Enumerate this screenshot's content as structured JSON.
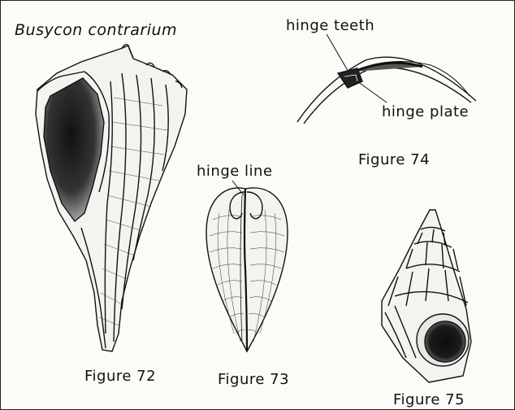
{
  "title": "Busycon contrarium",
  "labels": {
    "hinge_teeth": "hinge teeth",
    "hinge_plate": "hinge plate",
    "hinge_line": "hinge line"
  },
  "captions": {
    "fig72": "Figure 72",
    "fig73": "Figure 73",
    "fig74": "Figure 74",
    "fig75": "Figure 75"
  },
  "colors": {
    "ink": "#111111",
    "paper": "#fbfbf8"
  }
}
